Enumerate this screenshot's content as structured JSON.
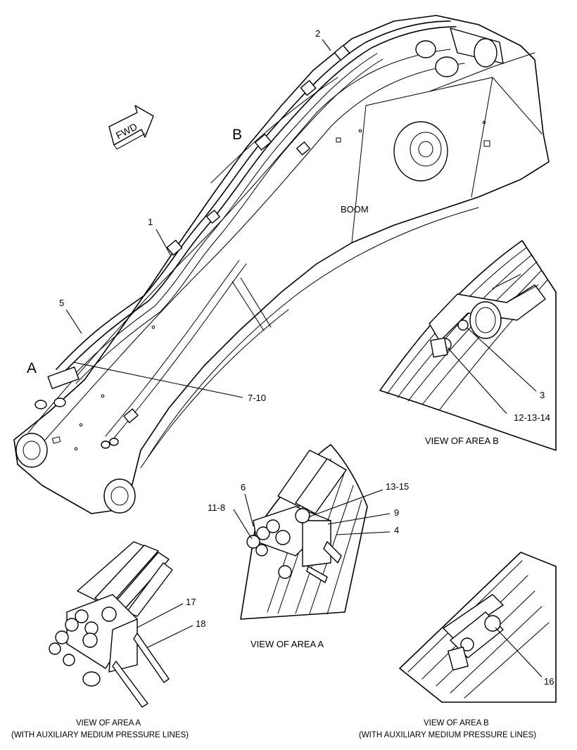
{
  "diagram": {
    "fwd_label": "FWD",
    "boom_label": "BOOM",
    "area_a": "A",
    "area_b": "B",
    "callouts": {
      "c1": "1",
      "c2": "2",
      "c3": "3",
      "c4": "4",
      "c5": "5",
      "c6": "6",
      "c7_10": "7-10",
      "c9": "9",
      "c11_8": "11-8",
      "c12_13_14": "12-13-14",
      "c13_15": "13-15",
      "c16": "16",
      "c17": "17",
      "c18": "18"
    },
    "captions": {
      "view_b": "VIEW OF AREA B",
      "view_a": "VIEW OF AREA A",
      "view_a_aux_line1": "VIEW OF AREA A",
      "view_a_aux_line2": "(WITH AUXILIARY MEDIUM PRESSURE LINES)",
      "view_b_aux_line1": "VIEW OF AREA B",
      "view_b_aux_line2": "(WITH AUXILIARY MEDIUM PRESSURE LINES)"
    }
  }
}
